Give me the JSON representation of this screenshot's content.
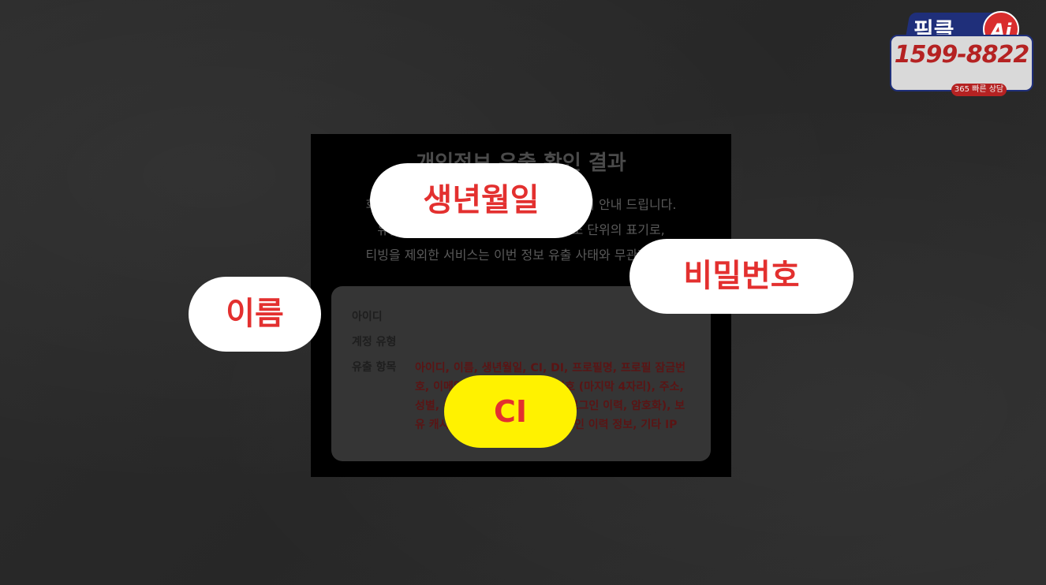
{
  "logo": {
    "name": "픽클",
    "ai": "Ai",
    "phone": "1599-8822",
    "badge": "365 빠른 상담"
  },
  "modal": {
    "title": "개인정보 유출 확인 결과",
    "desc_line1": "회원님의 개인정보 유출 여부를 다음과 같이 안내 드립니다.",
    "desc_line2": "유출 항목은 개인정보 보호를 위한 최소 단위의 표기로,",
    "desc_line3": "티빙을 제외한 서비스는 이번 정보 유출 사태와 무관합니다.",
    "info": {
      "id_label": "아이디",
      "type_label": "계정 유형",
      "leak_label": "유출 항목",
      "leak_items": "아이디, 이름, 생년월일, CI, DI, 프로필명, 프로필 잠금번호, 이메일, 비밀번호, 휴대폰 번호 (마지막 4자리), 주소, 성별, 본인 제외 ID 부분 암호화(로그인 이력, 암호화), 보유 캐시 금액 및 누적 결제액, 로그인 이력 정보, 기타 IP"
    }
  },
  "pills": {
    "birth": "생년월일",
    "password": "비밀번호",
    "name": "이름",
    "ci": "CI"
  },
  "colors": {
    "pill_text": "#e3302f",
    "ci_bg": "#fff200",
    "logo_blue": "#1f2f7a",
    "logo_red": "#b52222"
  }
}
